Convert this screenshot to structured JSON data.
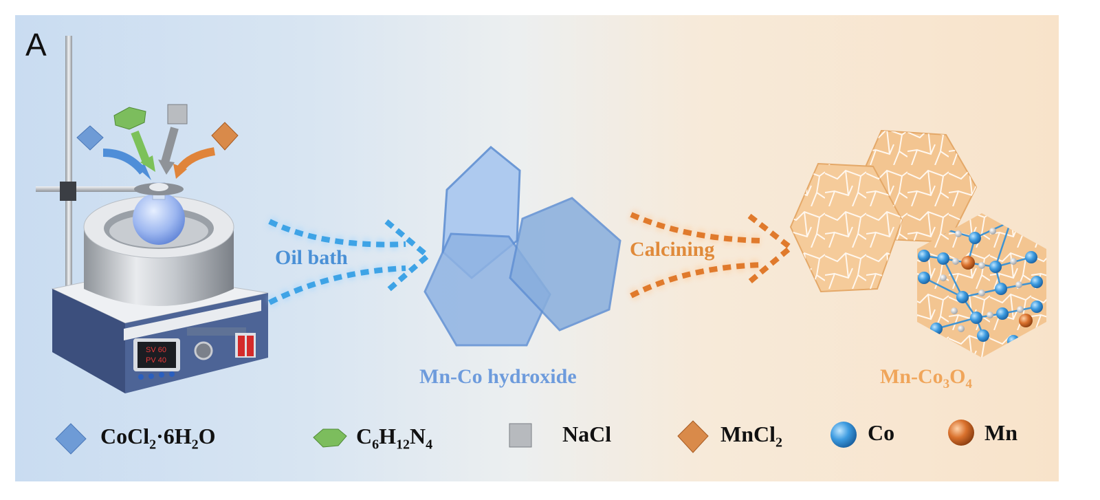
{
  "panel_letter": "A",
  "device": {
    "display_line1": "SV 60",
    "display_line2": "PV 40"
  },
  "steps": {
    "oil_bath": "Oil bath",
    "calcining": "Calcining"
  },
  "products": {
    "hydroxide": "Mn-Co hydroxide",
    "oxide": {
      "prefix": "Mn-Co",
      "sub1": "3",
      "mid": "O",
      "sub2": "4"
    }
  },
  "legend": [
    {
      "id": "cocl2",
      "icon": "blue-octahedron-icon",
      "parts": [
        "CoCl",
        "2",
        "·6H",
        "2",
        "O"
      ]
    },
    {
      "id": "hmta",
      "icon": "green-crystal-icon",
      "parts": [
        "C",
        "6",
        "H",
        "12",
        "N",
        "4"
      ]
    },
    {
      "id": "nacl",
      "icon": "gray-cube-icon",
      "parts": [
        "NaCl"
      ]
    },
    {
      "id": "mncl2",
      "icon": "orange-octahedron-icon",
      "parts": [
        "MnCl",
        "2"
      ]
    },
    {
      "id": "co",
      "icon": "blue-sphere-icon",
      "parts": [
        "Co"
      ]
    },
    {
      "id": "mn",
      "icon": "orange-sphere-icon",
      "parts": [
        "Mn"
      ]
    }
  ],
  "colors": {
    "blue": "#5b8fd0",
    "orange": "#e0843a",
    "dashed_blue": "#3ea3e6",
    "dashed_orange": "#e07a2c"
  }
}
